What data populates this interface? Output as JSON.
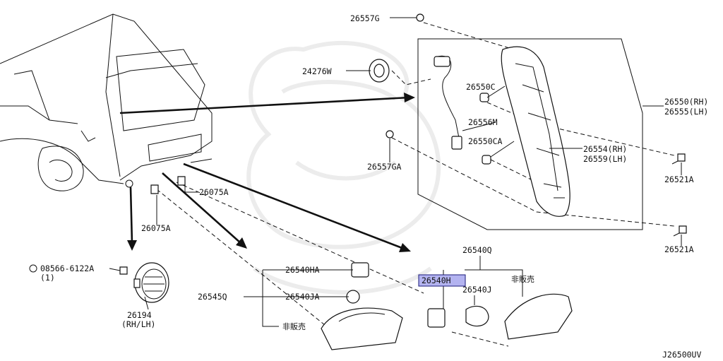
{
  "diagram_code": "J26500UV",
  "highlight_color": "#b3b3f0",
  "labels": {
    "p26557G": "26557G",
    "p24276W": "24276W",
    "p26550C": "26550C",
    "p26556M": "26556M",
    "p26550CA": "26550CA",
    "p26557GA": "26557GA",
    "p26554": "26554(RH)",
    "p26559": "26559(LH)",
    "p26550": "26550(RH)",
    "p26555": "26555(LH)",
    "p26521A_1": "26521A",
    "p26521A_2": "26521A",
    "p26075A_1": "26075A",
    "p26075A_2": "26075A",
    "p08566": "08566-6122A",
    "p08566_qty": "(1)",
    "p26194": "26194",
    "p26194_side": "(RH/LH)",
    "p26545Q": "26545Q",
    "p26540HA": "26540HA",
    "p26540JA": "26540JA",
    "nfs_1": "非販売",
    "p26540Q": "26540Q",
    "p26540H": "26540H",
    "p26540J": "26540J",
    "nfs_2": "非販売"
  }
}
